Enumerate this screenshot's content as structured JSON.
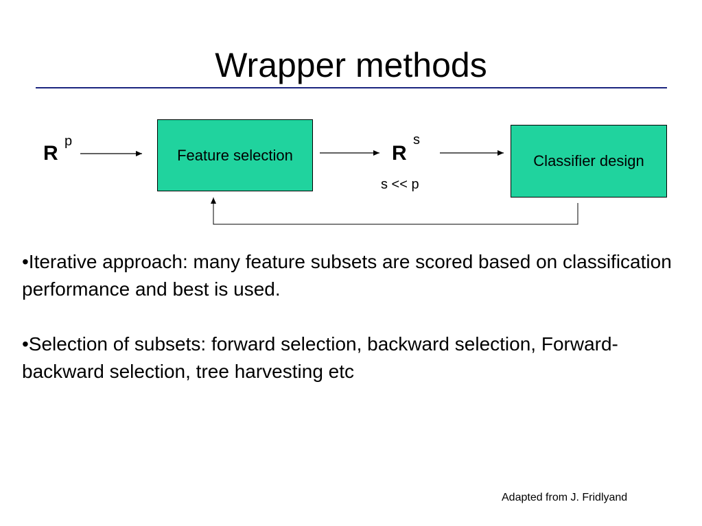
{
  "title": "Wrapper methods",
  "diagram": {
    "input_symbol": "R",
    "input_superscript": "p",
    "box1_label": "Feature selection",
    "mid_symbol": "R",
    "mid_superscript": "s",
    "mid_subcaption": "s << p",
    "box2_label": "Classifier design",
    "box_color": "#20d39e"
  },
  "bullets": [
    "•Iterative approach: many feature subsets are scored based on classification performance and best is used.",
    "•Selection of subsets: forward selection, backward selection, Forward-backward selection, tree harvesting etc"
  ],
  "credit": "Adapted from J. Fridlyand"
}
